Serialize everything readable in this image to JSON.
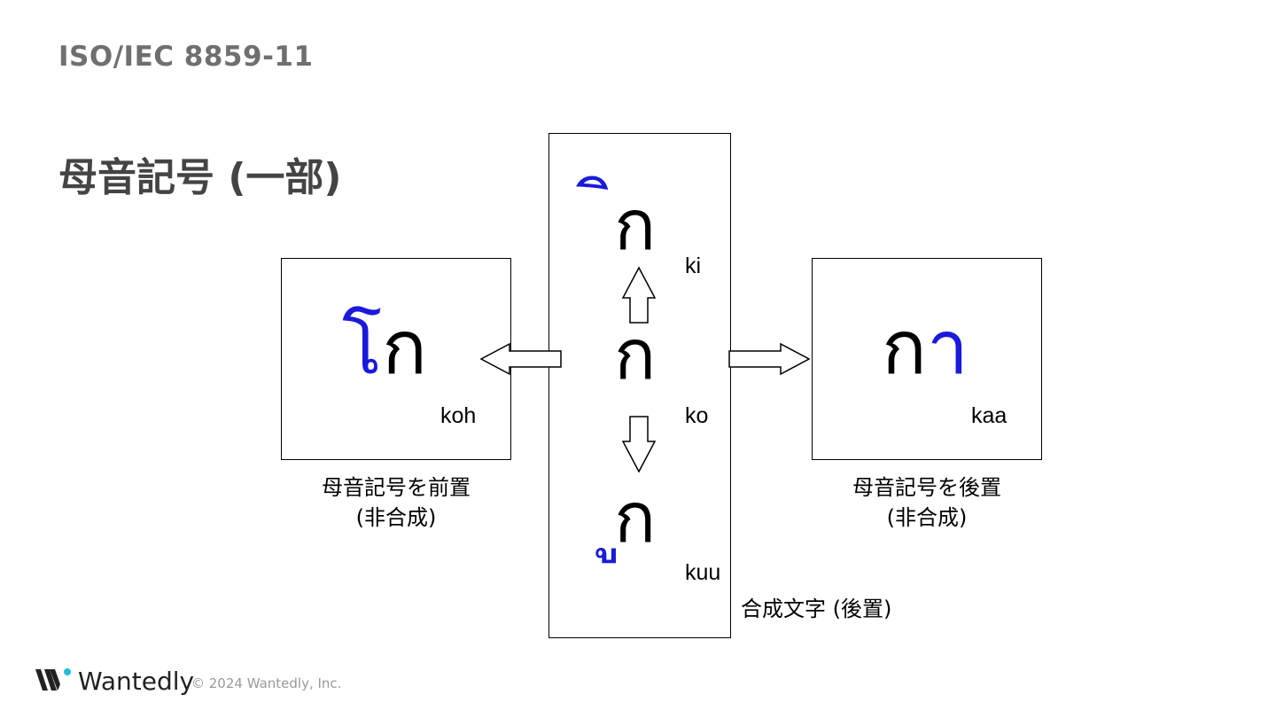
{
  "header": {
    "title": "ISO/IEC 8859-11"
  },
  "section": {
    "title": "母音記号 (一部)"
  },
  "diagram": {
    "center": {
      "top": {
        "base": "ก",
        "mark": "ิ",
        "roman": "ki"
      },
      "middle": {
        "base": "ก",
        "roman": "ko"
      },
      "bottom": {
        "base": "ก",
        "mark": "ู",
        "roman": "kuu"
      },
      "caption": "合成文字 (後置)"
    },
    "left": {
      "vowel": "โ",
      "base": "ก",
      "roman": "koh",
      "caption_line1": "母音記号を前置",
      "caption_line2": "(非合成)"
    },
    "right": {
      "base": "ก",
      "vowel": "า",
      "roman": "kaa",
      "caption_line1": "母音記号を後置",
      "caption_line2": "(非合成)"
    },
    "colors": {
      "vowel_mark": "#1a1adc",
      "base": "#000000"
    }
  },
  "footer": {
    "brand": "Wantedly",
    "copyright": "© 2024 Wantedly, Inc."
  }
}
